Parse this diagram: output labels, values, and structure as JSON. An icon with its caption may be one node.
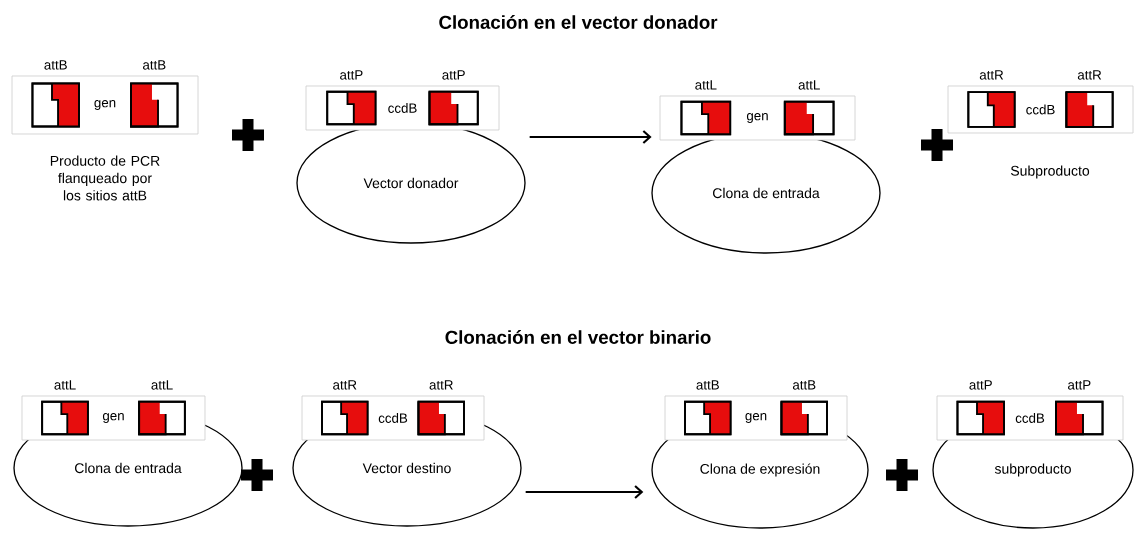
{
  "diagram": {
    "title": "Clonación en el vector donador",
    "nodes": [
      {
        "text": [
          "attB",
          "attB",
          "gen"
        ],
        "beside": [
          "Producto de PCR flanqueado por los sitios attB"
        ]
      },
      {
        "text": [
          "attP",
          "attP",
          "ccdB"
        ]
      },
      {
        "text": [
          "Vector donador"
        ]
      },
      {
        "text": [
          "attL",
          "attL",
          "gen"
        ]
      },
      {
        "text": [
          "Clona de entrada"
        ]
      },
      {
        "text": [
          "attR",
          "attR",
          "ccdB"
        ],
        "beside": [
          "Subproducto"
        ]
      },
      {
        "text": [
          "attL",
          "attL",
          "gen"
        ]
      },
      {
        "text": [
          "Clona de entrada"
        ]
      },
      {
        "text": [
          "attR",
          "attR",
          "ccdB"
        ]
      },
      {
        "text": [
          "Vector destino"
        ]
      },
      {
        "text": [
          "attB",
          "attB",
          "gen"
        ]
      },
      {
        "text": [
          "Clona de expresión"
        ]
      },
      {
        "text": [
          "attP",
          "attP",
          "ccdB"
        ]
      },
      {
        "text": [
          "subproducto"
        ]
      }
    ],
    "edges": [
      {
        "from": 2,
        "to": 3,
        "arrow": "to"
      },
      {
        "from": 9,
        "to": 11,
        "arrow": "to"
      }
    ],
    "labels": [
      "Clonación en el vector binario"
    ]
  }
}
